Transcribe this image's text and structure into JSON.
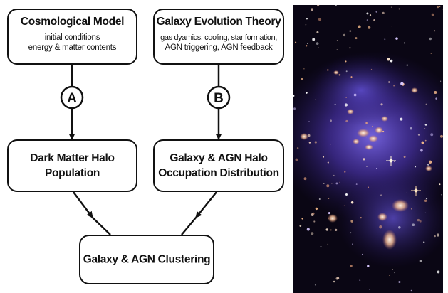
{
  "diagram": {
    "nodes": {
      "cosmological_model": {
        "title": "Cosmological Model",
        "lines": [
          "initial conditions",
          "energy & matter contents"
        ]
      },
      "galaxy_evolution_theory": {
        "title": "Galaxy Evolution Theory",
        "lines": [
          "gas dyamics, cooling, star formation,",
          "AGN triggering, AGN feedback"
        ]
      },
      "dark_matter_halo": {
        "title_lines": [
          "Dark Matter Halo",
          "Population"
        ]
      },
      "halo_occupation": {
        "title_lines": [
          "Galaxy & AGN Halo",
          "Occupation Distribution"
        ]
      },
      "clustering": {
        "title": "Galaxy & AGN Clustering"
      }
    },
    "markers": {
      "a": "A",
      "b": "B"
    }
  },
  "photo": {
    "subject": "galaxy cluster composite image",
    "colors": {
      "background": "#0a0614",
      "glow": "#6a4fe0",
      "galaxy": "#f3c9b0"
    }
  }
}
